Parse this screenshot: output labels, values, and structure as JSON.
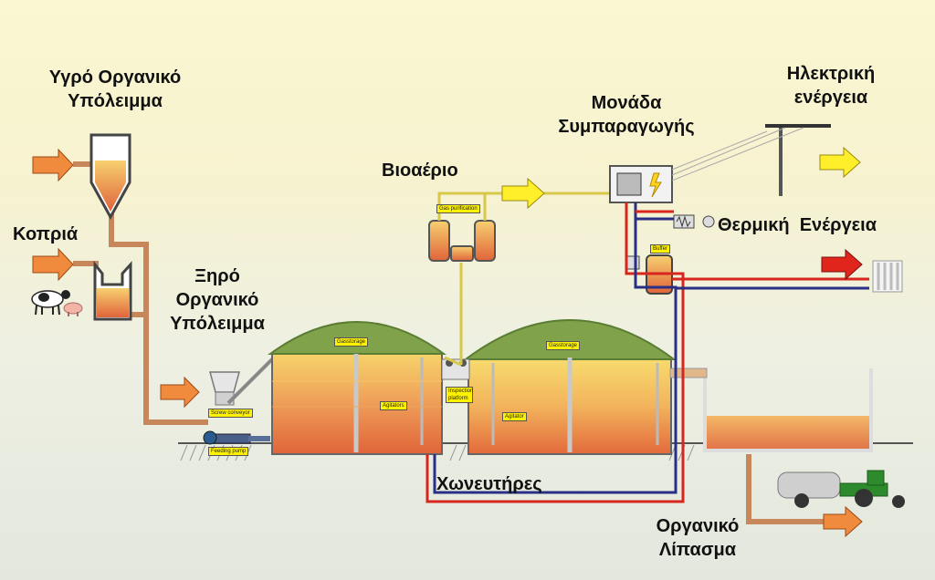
{
  "labels": {
    "wet_waste": [
      "Υγρό Οργανικό",
      "Υπόλειμμα"
    ],
    "manure": "Κοπριά",
    "dry_waste": [
      "Ξηρό",
      "Οργανικό",
      "Υπόλειμμα"
    ],
    "biogas": "Βιοαέριο",
    "chp_unit": [
      "Μονάδα",
      "Συμπαραγωγής"
    ],
    "electric_energy": [
      "Ηλεκτρική",
      "ενέργεια"
    ],
    "thermal_energy": "Θερμική  Ενέργεια",
    "digesters": "Χωνευτήρες",
    "fertilizer": [
      "Οργανικό",
      "Λίπασμα"
    ]
  },
  "small_tags": {
    "gas_purification": "Gas purification",
    "gasstorage_1": "Gasstorage",
    "gasstorage_2": "Gasstorage",
    "agitators": "Agitators",
    "agitator": "Agitator",
    "inspection_platform": "Inspection platform",
    "screw_conveyor": "Screw conveyor",
    "feeding_pump": "Feeding pump",
    "buffer": "Buffer"
  },
  "colors": {
    "arrow_orange": "#f08a3c",
    "arrow_yellow": "#ffef2a",
    "arrow_red": "#e0261c",
    "pipe_brown": "#c8875a",
    "pipe_red": "#d6261e",
    "pipe_blue": "#2a2f86",
    "pipe_yellow": "#d8c84a",
    "dome_green": "#7fa24a"
  }
}
